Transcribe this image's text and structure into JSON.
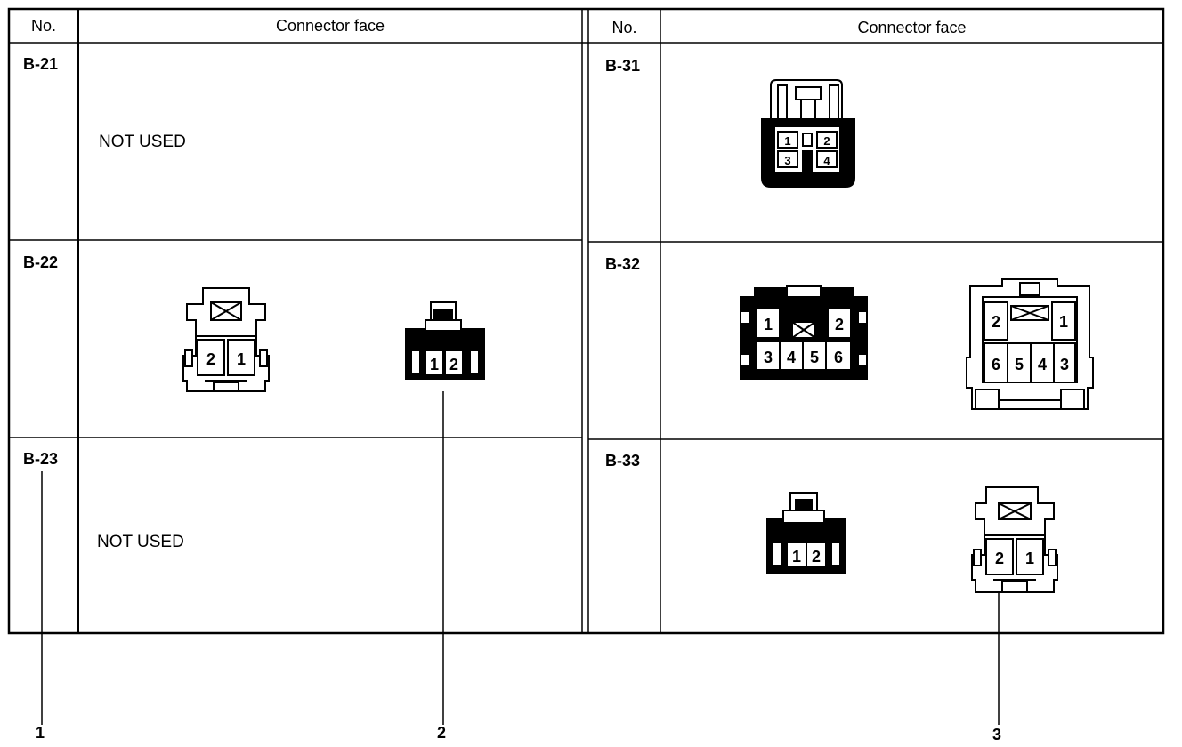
{
  "headers": {
    "no": "No.",
    "face": "Connector face"
  },
  "rows": {
    "b21": {
      "code": "B-21",
      "note": "NOT USED"
    },
    "b22": {
      "code": "B-22",
      "left_pins": [
        "2",
        "1"
      ],
      "right_pins": [
        "1",
        "2"
      ]
    },
    "b23": {
      "code": "B-23",
      "note": "NOT USED"
    },
    "b31": {
      "code": "B-31",
      "pins": [
        "1",
        "2",
        "3",
        "4"
      ]
    },
    "b32": {
      "code": "B-32",
      "left_top": [
        "1",
        "2"
      ],
      "left_bottom": [
        "3",
        "4",
        "5",
        "6"
      ],
      "right_top": [
        "2",
        "1"
      ],
      "right_bottom": [
        "6",
        "5",
        "4",
        "3"
      ]
    },
    "b33": {
      "code": "B-33",
      "left_pins": [
        "1",
        "2"
      ],
      "right_pins": [
        "2",
        "1"
      ]
    }
  },
  "callouts": [
    "1",
    "2",
    "3"
  ]
}
